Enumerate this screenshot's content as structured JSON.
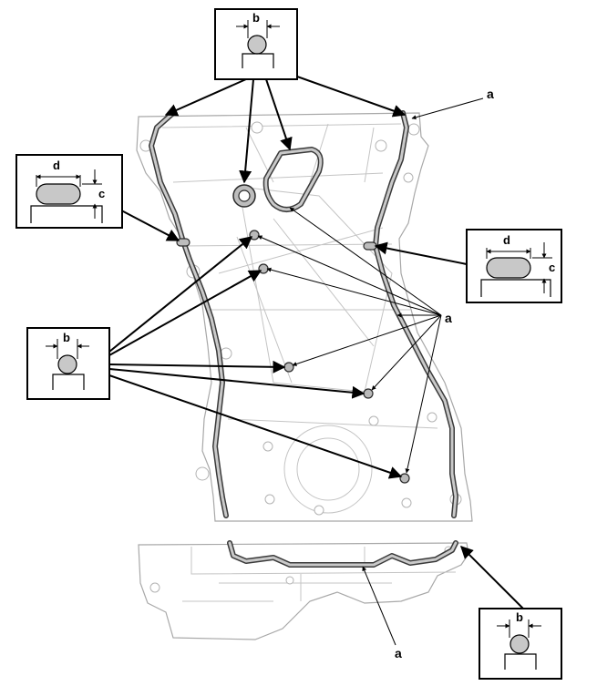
{
  "callouts": {
    "a": "a",
    "b": "b",
    "c": "c",
    "d": "d"
  },
  "legend": {
    "b_label": "b",
    "c_label": "c",
    "d_label": "d"
  }
}
